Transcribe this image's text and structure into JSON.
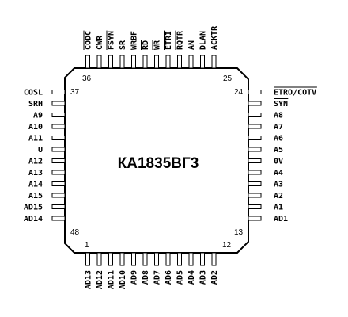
{
  "chip": {
    "name": "КА1835ВГ3"
  },
  "pins": {
    "top": [
      {
        "label": "CODC",
        "overline": true
      },
      {
        "label": "CWR",
        "overline": false
      },
      {
        "label": "FSYN",
        "overline": true
      },
      {
        "label": "SR",
        "overline": false
      },
      {
        "label": "WRBF",
        "overline": false
      },
      {
        "label": "RD",
        "overline": true
      },
      {
        "label": "WR",
        "overline": true
      },
      {
        "label": "ETRI",
        "overline": true
      },
      {
        "label": "RQTR",
        "overline": true
      },
      {
        "label": "AN",
        "overline": false
      },
      {
        "label": "DLAN",
        "overline": false
      },
      {
        "label": "ACKTR",
        "overline": true
      }
    ],
    "left": [
      {
        "label": "COSL",
        "overline": false
      },
      {
        "label": "SRH",
        "overline": false
      },
      {
        "label": "A9",
        "overline": false
      },
      {
        "label": "A10",
        "overline": false
      },
      {
        "label": "A11",
        "overline": false
      },
      {
        "label": "U",
        "overline": false
      },
      {
        "label": "A12",
        "overline": false
      },
      {
        "label": "A13",
        "overline": false
      },
      {
        "label": "A14",
        "overline": false
      },
      {
        "label": "A15",
        "overline": false
      },
      {
        "label": "AD15",
        "overline": false
      },
      {
        "label": "AD14",
        "overline": false
      }
    ],
    "right": [
      {
        "label": "ETRO/COTV",
        "overline": true
      },
      {
        "label": "SYN",
        "overline": true
      },
      {
        "label": "A8",
        "overline": false
      },
      {
        "label": "A7",
        "overline": false
      },
      {
        "label": "A6",
        "overline": false
      },
      {
        "label": "A5",
        "overline": false
      },
      {
        "label": "0V",
        "overline": false
      },
      {
        "label": "A4",
        "overline": false
      },
      {
        "label": "A3",
        "overline": false
      },
      {
        "label": "A2",
        "overline": false
      },
      {
        "label": "A1",
        "overline": false
      },
      {
        "label": "AD1",
        "overline": false
      }
    ],
    "bottom": [
      {
        "label": "AD13",
        "overline": false
      },
      {
        "label": "AD12",
        "overline": false
      },
      {
        "label": "AD11",
        "overline": false
      },
      {
        "label": "AD10",
        "overline": false
      },
      {
        "label": "AD9",
        "overline": false
      },
      {
        "label": "AD8",
        "overline": false
      },
      {
        "label": "AD7",
        "overline": false
      },
      {
        "label": "AD6",
        "overline": false
      },
      {
        "label": "AD5",
        "overline": false
      },
      {
        "label": "AD4",
        "overline": false
      },
      {
        "label": "AD3",
        "overline": false
      },
      {
        "label": "AD2",
        "overline": false
      }
    ]
  },
  "pin_numbers": {
    "top_left": "36",
    "top_right": "25",
    "left_top": "37",
    "left_bottom": "48",
    "bottom_left": "1",
    "bottom_right": "12",
    "right_top": "24",
    "right_bottom": "13"
  }
}
